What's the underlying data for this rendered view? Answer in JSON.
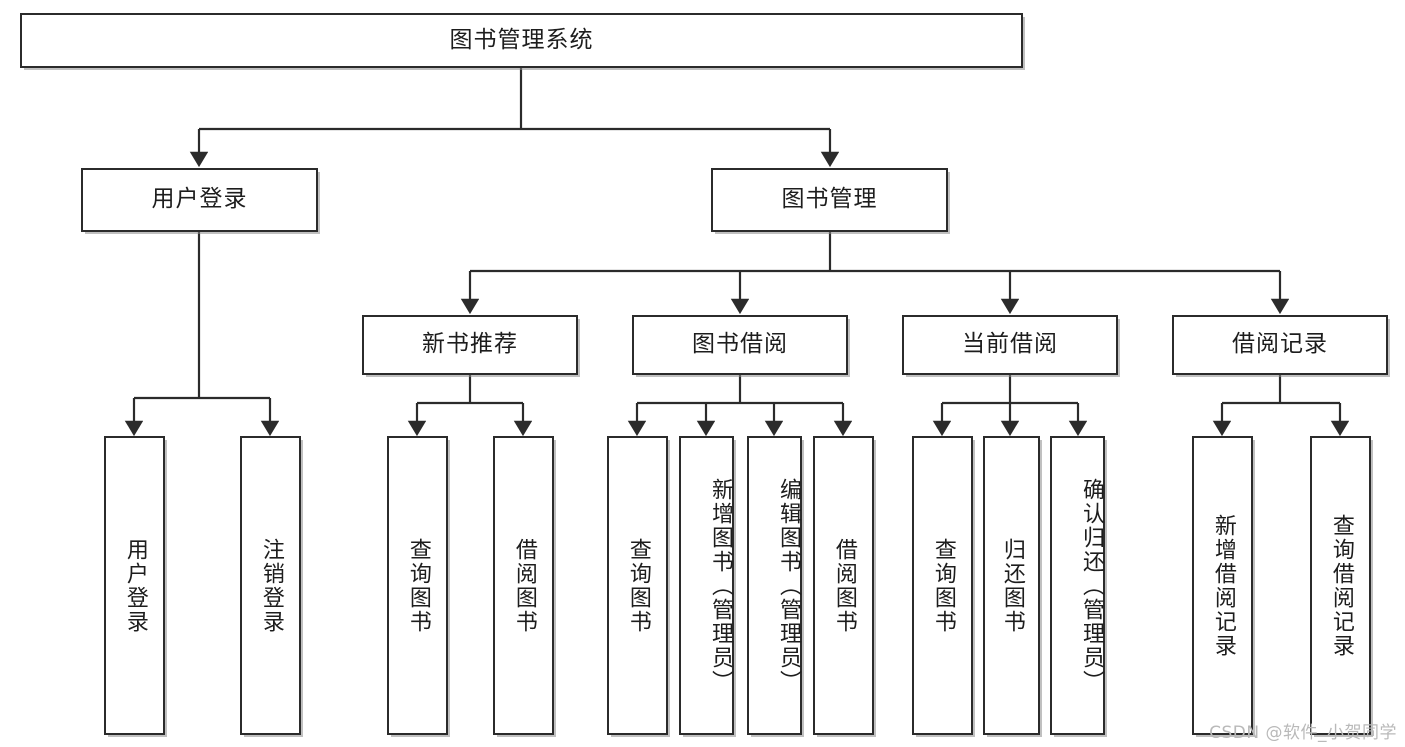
{
  "diagram": {
    "title": "图书管理系统",
    "type": "hierarchy-tree",
    "watermark": "CSDN @软件_小贺同学",
    "levels": {
      "root": {
        "label": "图书管理系统"
      },
      "level2": [
        {
          "label": "用户登录"
        },
        {
          "label": "图书管理"
        }
      ],
      "level3": [
        {
          "label": "新书推荐"
        },
        {
          "label": "图书借阅"
        },
        {
          "label": "当前借阅"
        },
        {
          "label": "借阅记录"
        }
      ],
      "leaves": {
        "user_login": [
          {
            "label": "用户登录"
          },
          {
            "label": "注销登录"
          }
        ],
        "new_book_recommend": [
          {
            "label": "查询图书"
          },
          {
            "label": "借阅图书"
          }
        ],
        "book_borrow": [
          {
            "label": "查询图书"
          },
          {
            "label": "新增图书（管理员）"
          },
          {
            "label": "编辑图书（管理员）"
          },
          {
            "label": "借阅图书"
          }
        ],
        "current_borrow": [
          {
            "label": "查询图书"
          },
          {
            "label": "归还图书"
          },
          {
            "label": "确认归还（管理员）"
          }
        ],
        "borrow_record": [
          {
            "label": "新增借阅记录"
          },
          {
            "label": "查询借阅记录"
          }
        ]
      }
    },
    "colors": {
      "box_border": "#2b2b2b",
      "box_fill": "#ffffff",
      "connector": "#2b2b2b",
      "text": "#1d1d1d",
      "watermark": "#b9b9b9"
    }
  }
}
